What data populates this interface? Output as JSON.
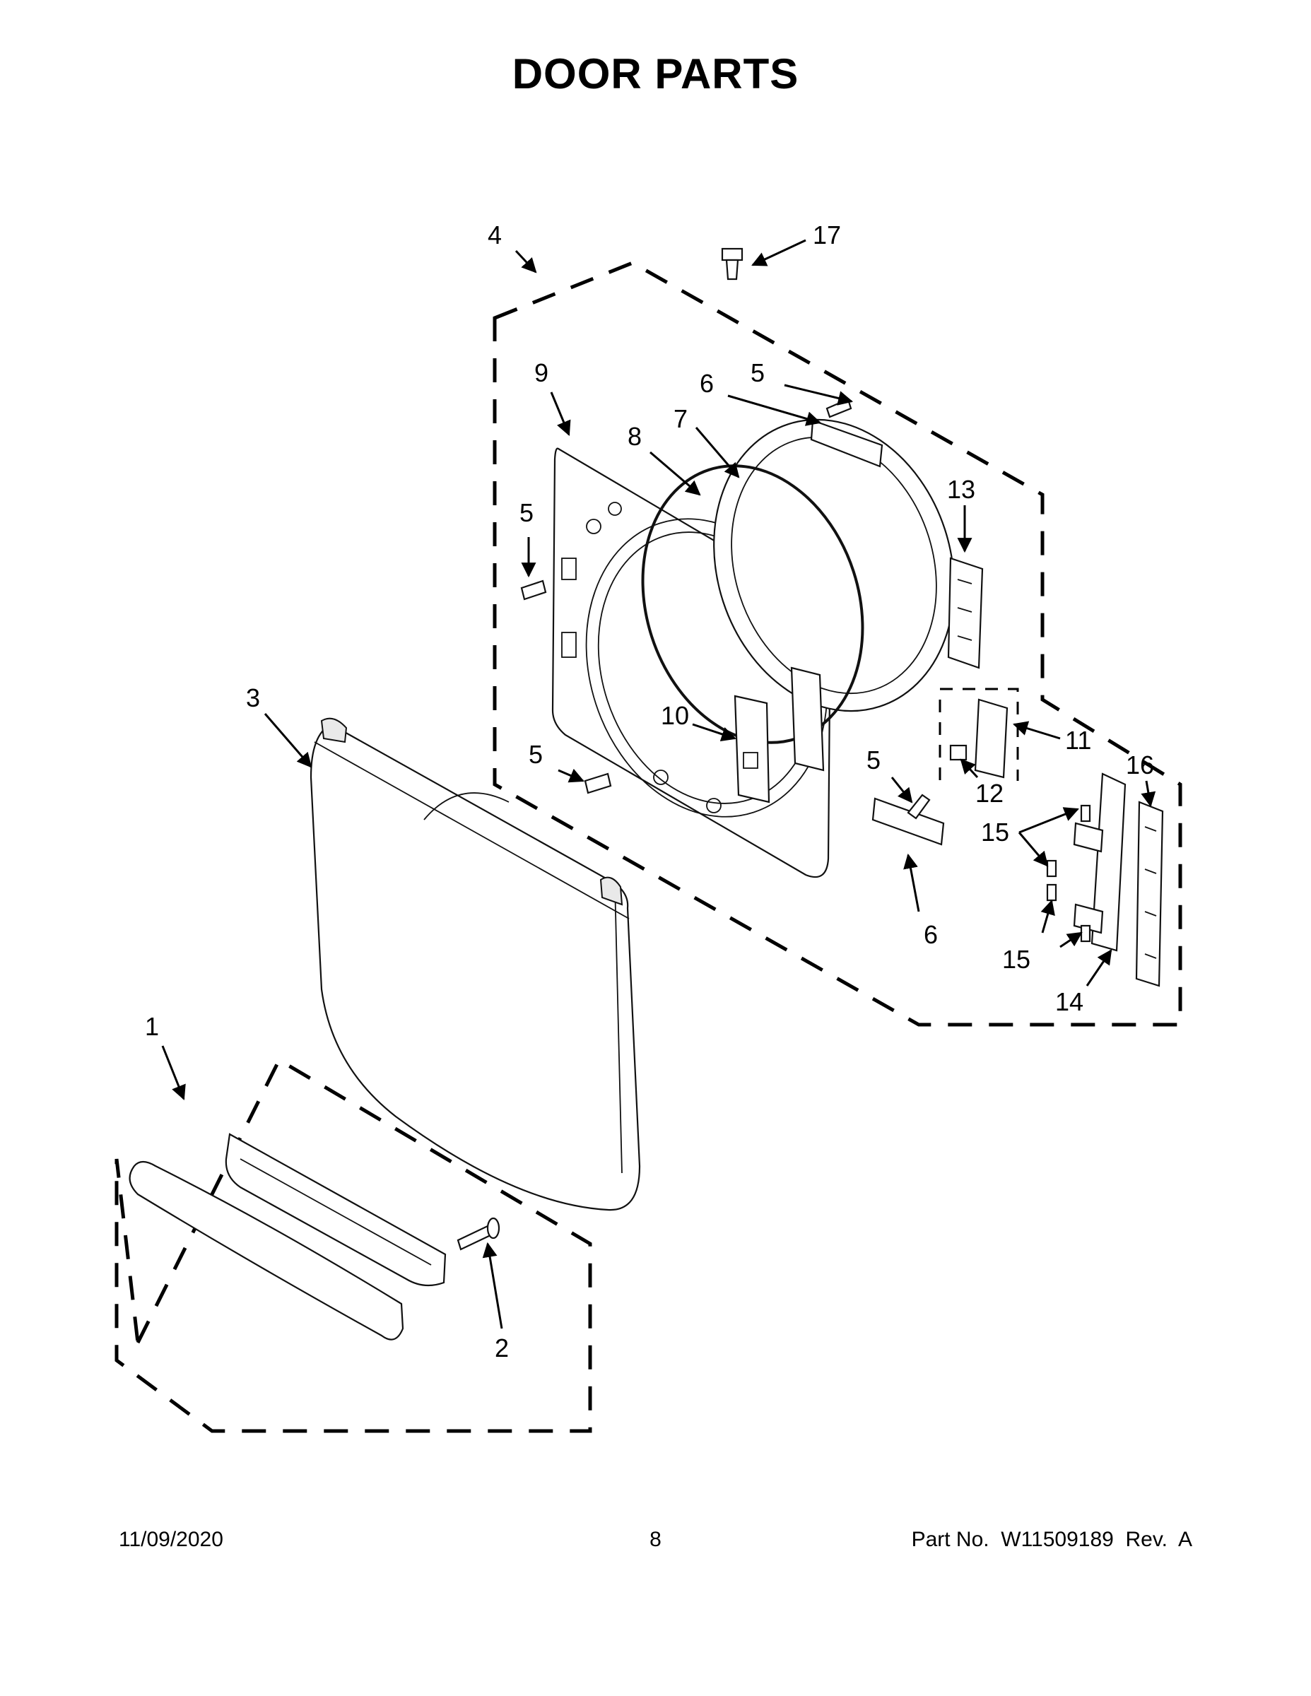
{
  "page": {
    "title": "DOOR PARTS",
    "date": "11/09/2020",
    "page_number": "8",
    "part_number": "Part No.  W11509189  Rev.  A"
  },
  "callouts": {
    "c1": "1",
    "c2": "2",
    "c3": "3",
    "c4": "4",
    "c5a": "5",
    "c5b": "5",
    "c5c": "5",
    "c5d": "5",
    "c6a": "6",
    "c6b": "6",
    "c7": "7",
    "c8": "8",
    "c9": "9",
    "c10": "10",
    "c11": "11",
    "c12": "12",
    "c13": "13",
    "c14": "14",
    "c15a": "15",
    "c15b": "15",
    "c16": "16",
    "c17": "17"
  }
}
